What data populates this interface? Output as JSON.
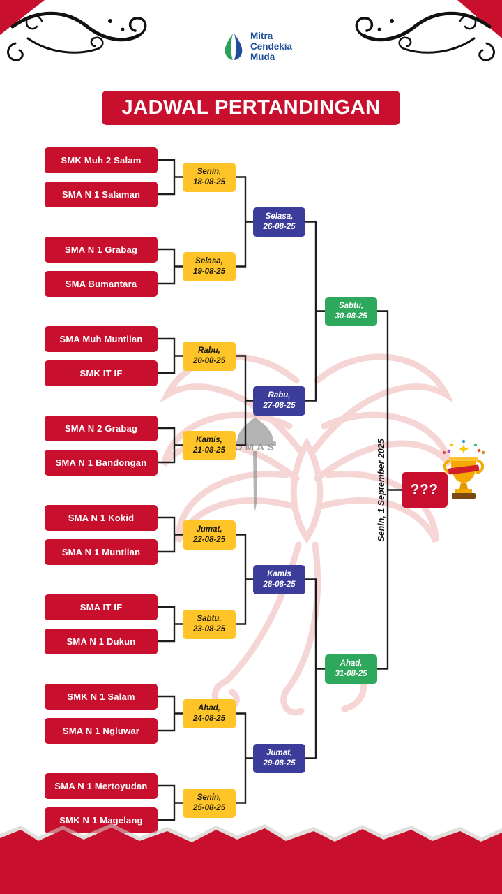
{
  "logo": {
    "name_lines": [
      "Mitra",
      "Cendekia",
      "Muda"
    ]
  },
  "title": "JADWAL PERTANDINGAN",
  "teams": [
    "SMK Muh 2 Salam",
    "SMA N 1 Salaman",
    "SMA N 1 Grabag",
    "SMA Bumantara",
    "SMA Muh Muntilan",
    "SMK IT IF",
    "SMA N 2 Grabag",
    "SMA N 1 Bandongan",
    "SMA N 1 Kokid",
    "SMA N 1 Muntilan",
    "SMA IT IF",
    "SMA N 1 Dukun",
    "SMK N 1 Salam",
    "SMA N 1 Ngluwar",
    "SMA N 1 Mertoyudan",
    "SMK N 1 Magelang"
  ],
  "round1": [
    [
      "Senin,",
      "18-08-25"
    ],
    [
      "Selasa,",
      "19-08-25"
    ],
    [
      "Rabu,",
      "20-08-25"
    ],
    [
      "Kamis,",
      "21-08-25"
    ],
    [
      "Jumat,",
      "22-08-25"
    ],
    [
      "Sabtu,",
      "23-08-25"
    ],
    [
      "Ahad,",
      "24-08-25"
    ],
    [
      "Senin,",
      "25-08-25"
    ]
  ],
  "quarterfinals": [
    [
      "Selasa,",
      "26-08-25"
    ],
    [
      "Rabu,",
      "27-08-25"
    ],
    [
      "Kamis",
      "28-08-25"
    ],
    [
      "Jumat,",
      "29-08-25"
    ]
  ],
  "semifinals": [
    [
      "Sabtu,",
      "30-08-25"
    ],
    [
      "Ahad,",
      "31-08-25"
    ]
  ],
  "final": {
    "label": "Senin, 1 September 2025",
    "winner_placeholder": "???"
  },
  "watermark_text": "OMAS",
  "colors": {
    "red": "#C8102E",
    "yellow": "#FFC428",
    "navy": "#3C3C9B",
    "green": "#2EA85C"
  }
}
